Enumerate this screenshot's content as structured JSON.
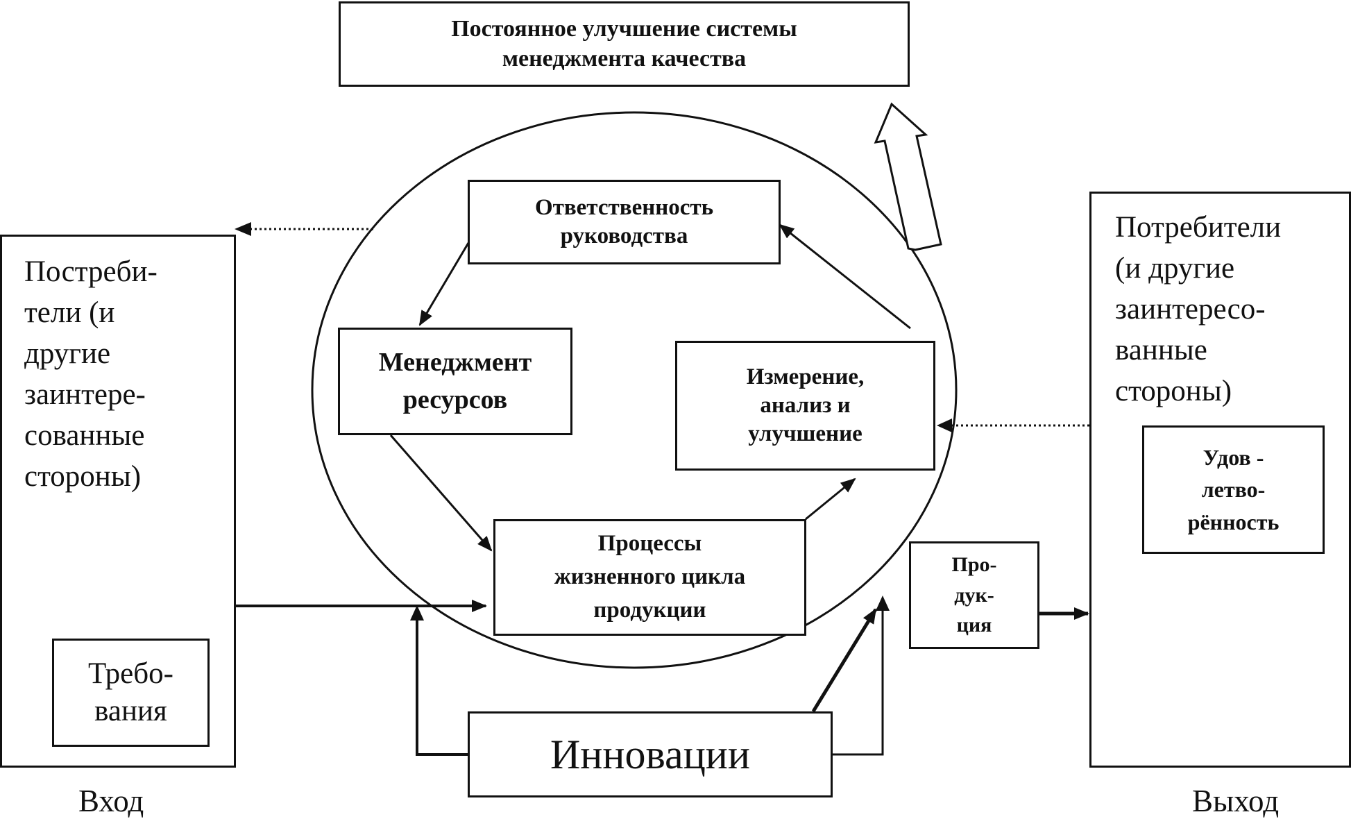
{
  "top_box": {
    "text": "Постоянное улучшение системы\nменеджмента качества"
  },
  "mgmt_resp": {
    "text": "Ответственность\nруководства"
  },
  "resource_mgmt": {
    "text": "Менеджмент\nресурсов"
  },
  "measurement": {
    "text": "Измерение,\nанализ и\nулучшение"
  },
  "processes": {
    "text": "Процессы\nжизненного цикла\nпродукции"
  },
  "product": {
    "text": "Про-\nдук-\nция"
  },
  "innovation": {
    "text": "Инновации"
  },
  "left_panel": {
    "text": "Постреби-\nтели (и\nдругие\nзаинтере-\nсованные\nстороны)"
  },
  "requirements": {
    "text": "Требо-\nвания"
  },
  "right_panel": {
    "text": "Потребители\n(и другие\nзаинтересо-\nванные\nстороны)"
  },
  "satisfaction": {
    "text": "Удов -\nлетво-\nрённость"
  },
  "input_label": "Вход",
  "output_label": "Выход"
}
